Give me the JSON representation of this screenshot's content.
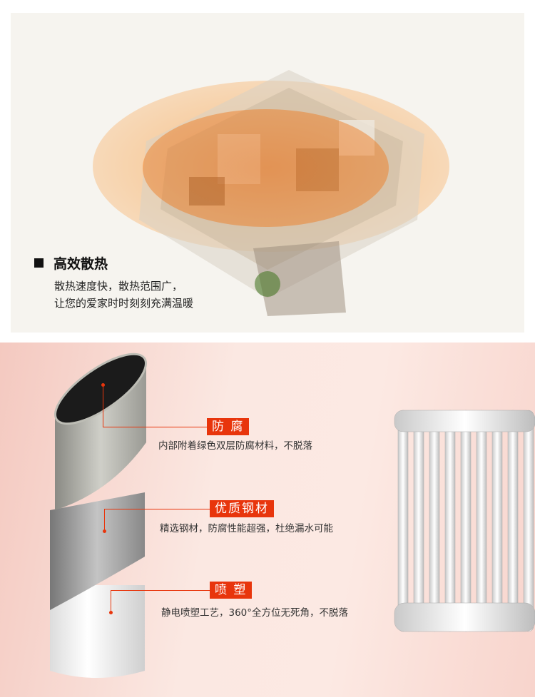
{
  "heat_section": {
    "title": "高效散热",
    "desc_line1": "散热速度快，散热范围广，",
    "desc_line2": "让您的爱家时时刻刻充满温暖"
  },
  "features": [
    {
      "tag": "防 腐",
      "desc": "内部附着绿色双层防腐材料，不脱落"
    },
    {
      "tag": "优质钢材",
      "desc": "精选钢材，防腐性能超强，杜绝漏水可能"
    },
    {
      "tag": "喷 塑",
      "desc": "静电喷塑工艺，360°全方位无死角，不脱落"
    }
  ],
  "colors": {
    "accent": "#e8350c",
    "glow": "#f08a2a"
  }
}
